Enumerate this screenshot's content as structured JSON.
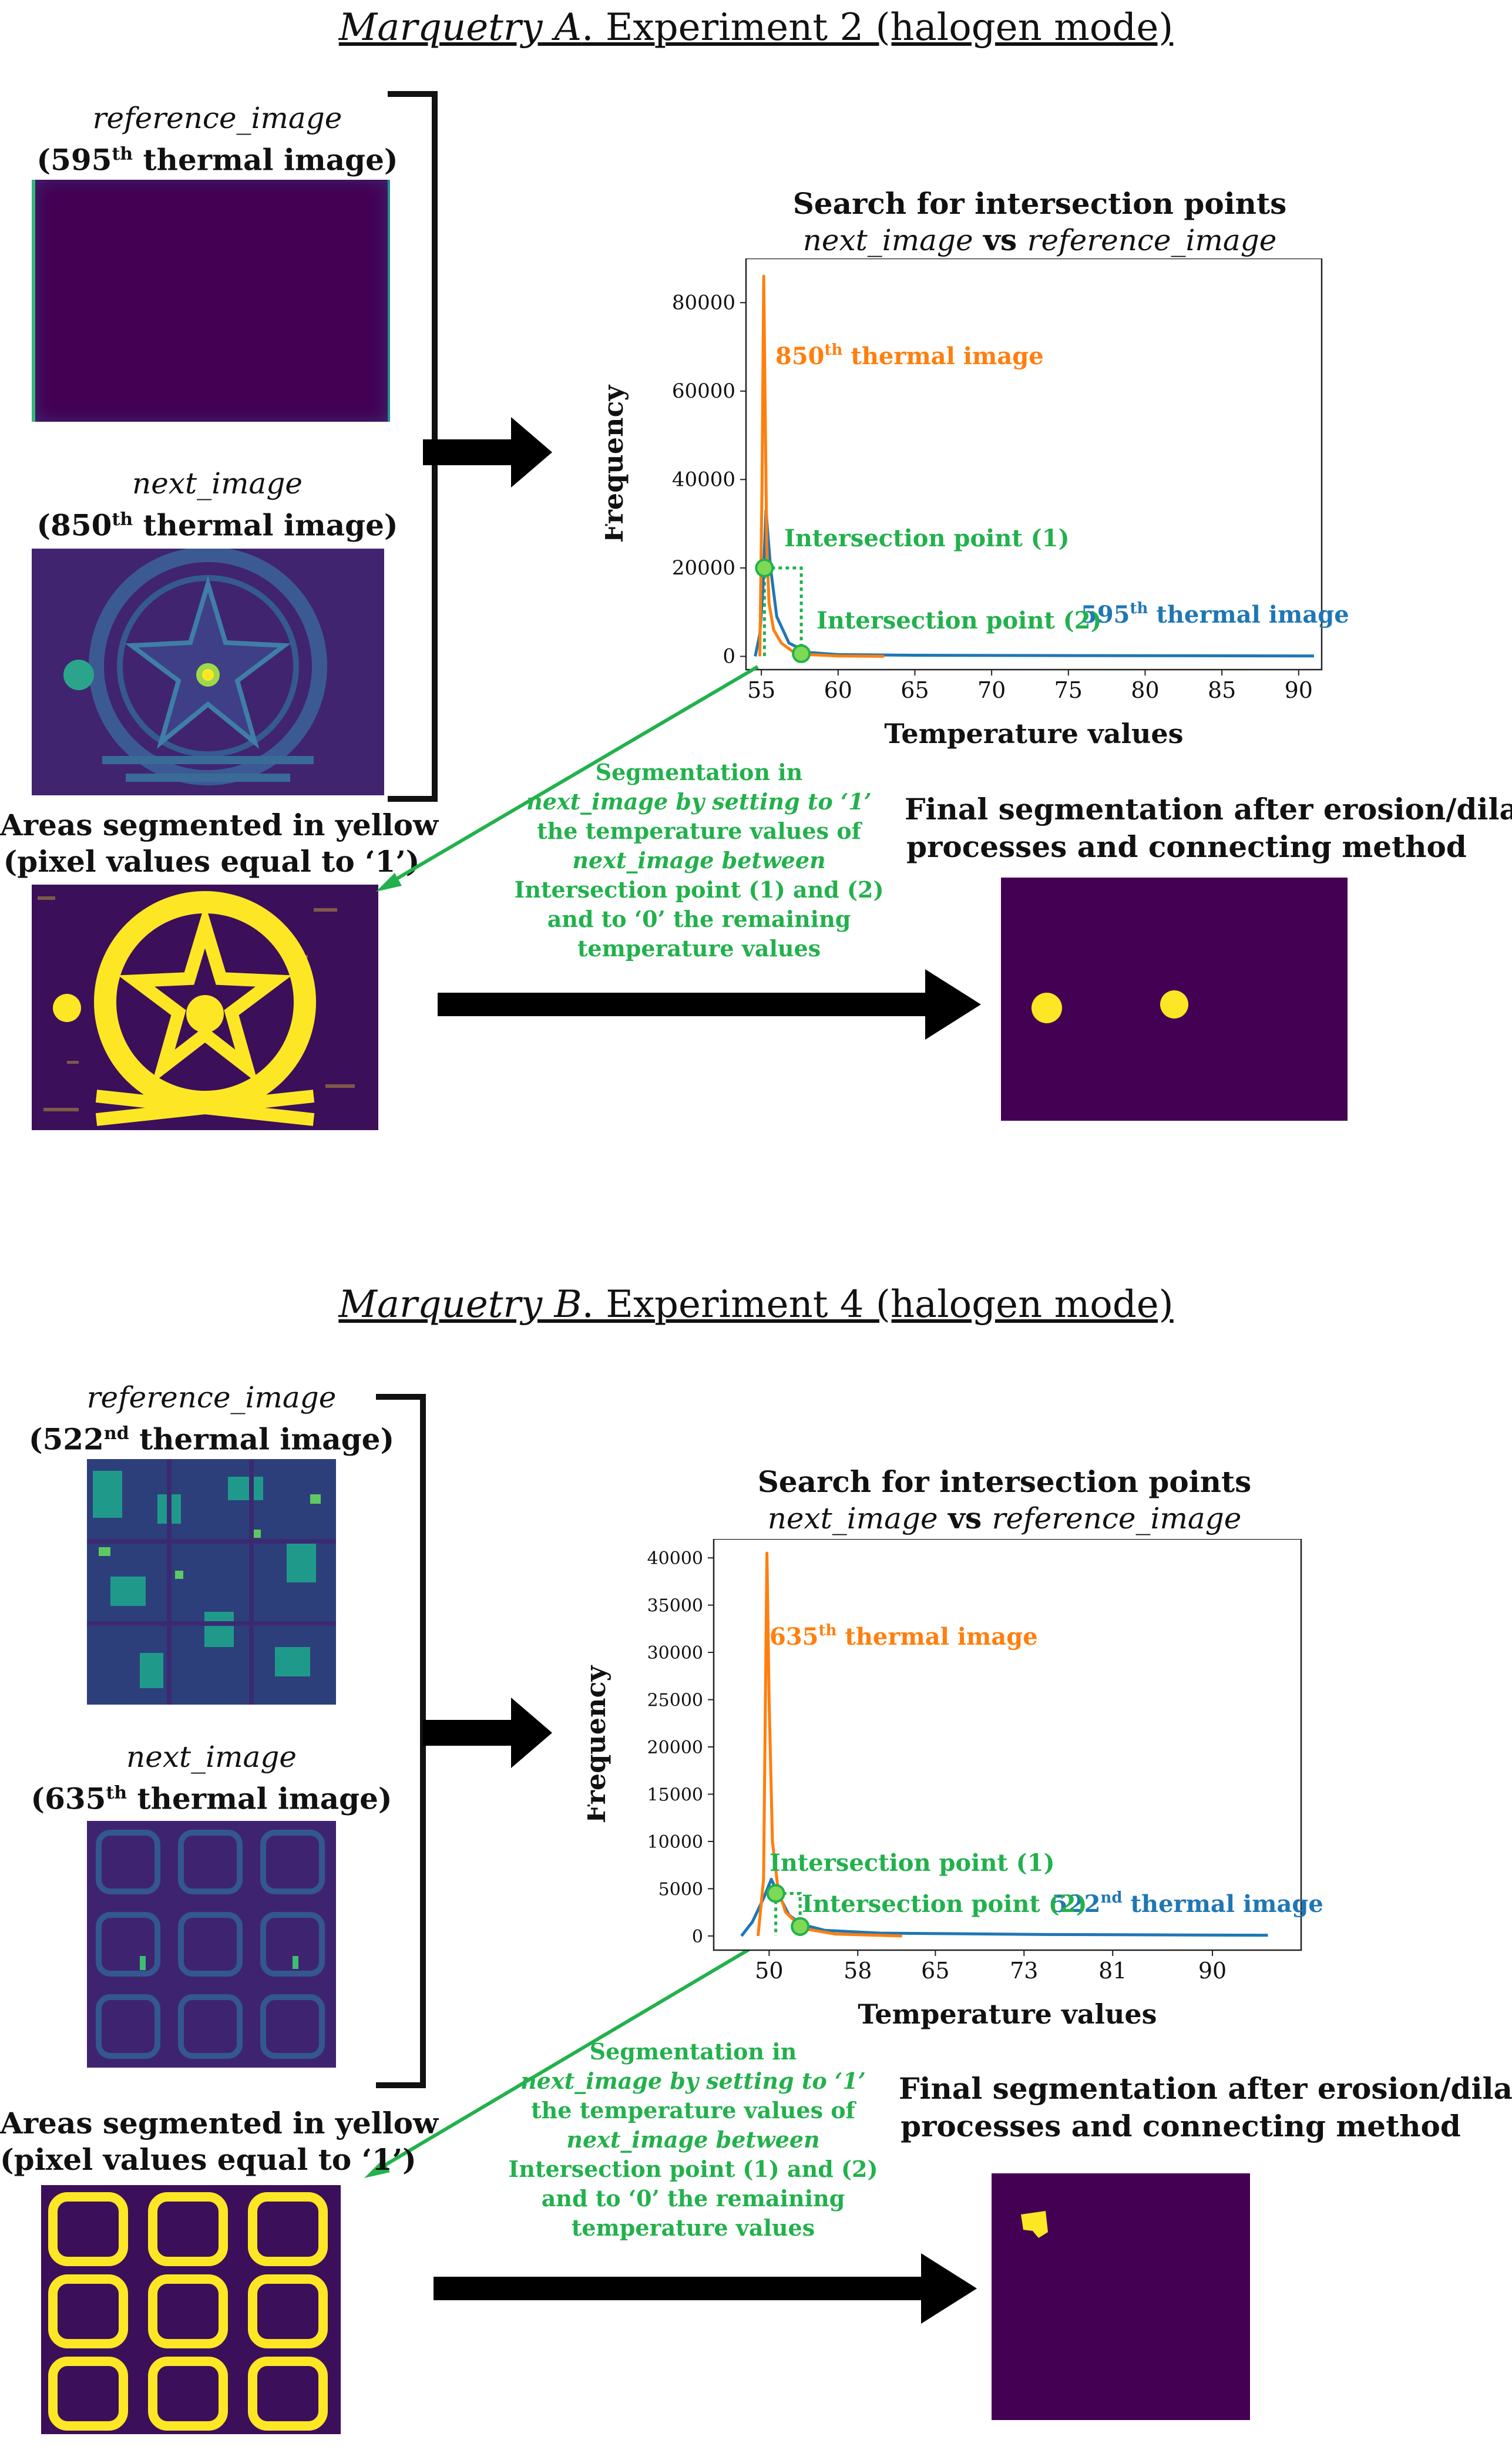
{
  "colors": {
    "orange": "#ff7f0e",
    "blue": "#1f77b4",
    "green": "#22b14c",
    "dark_purple": "#440154",
    "yellow": "#fde725",
    "teal": "#21918c"
  },
  "panels": [
    {
      "title_italic": "Marquetry A",
      "title_rest": ". Experiment 2 (halogen mode)",
      "reference_label": "reference_image",
      "reference_num": "(595",
      "reference_sup": "th",
      "reference_suffix": " thermal image)",
      "next_label": "next_image",
      "next_num": "(850",
      "next_sup": "th",
      "next_suffix": " thermal image)",
      "segmented_line1": "Areas segmented in yellow",
      "segmented_line2": "(pixel values equal to ‘1’)",
      "chart_title_line1": "Search for intersection points",
      "chart_title_italic1": "next_image",
      "chart_title_vs": " vs ",
      "chart_title_italic2": "reference_image",
      "segmentation_text": [
        "Segmentation in",
        "next_image by setting to ‘1’",
        "the temperature values of",
        "next_image between",
        "Intersection point (1) and (2)",
        "and to ‘0’ the remaining",
        "temperature values"
      ],
      "final_line1": "Final segmentation after erosion/dilation",
      "final_line2": "processes and connecting method"
    },
    {
      "title_italic": "Marquetry B",
      "title_rest": ". Experiment 4 (halogen mode)",
      "reference_label": "reference_image",
      "reference_num": "(522",
      "reference_sup": "nd",
      "reference_suffix": " thermal image)",
      "next_label": "next_image",
      "next_num": "(635",
      "next_sup": "th",
      "next_suffix": " thermal image)",
      "segmented_line1": "Areas segmented in yellow",
      "segmented_line2": "(pixel values equal to ‘1’)",
      "chart_title_line1": "Search for intersection points",
      "chart_title_italic1": "next_image",
      "chart_title_vs": " vs ",
      "chart_title_italic2": "reference_image",
      "segmentation_text": [
        "Segmentation in",
        "next_image by setting to ‘1’",
        "the temperature values of",
        "next_image between",
        "Intersection point (1) and (2)",
        "and to ‘0’ the remaining",
        "temperature values"
      ],
      "final_line1": "Final segmentation after erosion/dilation",
      "final_line2": "processes and connecting method"
    }
  ],
  "chart_data": [
    {
      "type": "line",
      "xlabel": "Temperature values",
      "ylabel": "Frequency",
      "xticks": [
        55,
        60,
        65,
        70,
        75,
        80,
        85,
        90
      ],
      "yticks": [
        0,
        20000,
        40000,
        60000,
        80000
      ],
      "xlim": [
        54,
        91.5
      ],
      "ylim": [
        -3000,
        90000
      ],
      "series": [
        {
          "name": "850th thermal image",
          "color": "#ff7f0e",
          "x": [
            54.9,
            55.05,
            55.15,
            55.25,
            55.35,
            55.5,
            55.8,
            56.3,
            57.0,
            58.0,
            60.0,
            63.0
          ],
          "y": [
            0,
            40000,
            86000,
            55000,
            25000,
            12000,
            6000,
            3000,
            1200,
            400,
            100,
            0
          ]
        },
        {
          "name": "595th thermal image",
          "color": "#1f77b4",
          "x": [
            54.6,
            54.9,
            55.1,
            55.3,
            55.6,
            56.0,
            56.8,
            58.0,
            60.0,
            65.0,
            75.0,
            91.0
          ],
          "y": [
            0,
            5000,
            15000,
            33000,
            20000,
            9000,
            3000,
            900,
            400,
            250,
            180,
            100
          ]
        }
      ],
      "points": [
        {
          "label": "Intersection point (1)",
          "x": 55.2,
          "y": 20000
        },
        {
          "label": "Intersection point (2)",
          "x": 57.6,
          "y": 600
        }
      ],
      "annotations": [
        "850th thermal image",
        "595th thermal image",
        "Intersection point (1)",
        "Intersection point (2)"
      ]
    },
    {
      "type": "line",
      "xlabel": "Temperature values",
      "ylabel": "Frequency",
      "xticks": [
        50,
        58,
        65,
        73,
        81,
        90
      ],
      "yticks": [
        0,
        5000,
        10000,
        15000,
        20000,
        25000,
        30000,
        35000,
        40000
      ],
      "xlim": [
        45,
        98
      ],
      "ylim": [
        -1500,
        42000
      ],
      "series": [
        {
          "name": "635th thermal image",
          "color": "#ff7f0e",
          "x": [
            49.0,
            49.5,
            49.8,
            50.0,
            50.3,
            50.8,
            51.5,
            53.0,
            56.0,
            62.0
          ],
          "y": [
            0,
            6000,
            40500,
            25000,
            10000,
            5000,
            2500,
            800,
            200,
            0
          ]
        },
        {
          "name": "522nd thermal image",
          "color": "#1f77b4",
          "x": [
            47.5,
            48.5,
            49.5,
            50.2,
            50.8,
            51.8,
            53.0,
            55.0,
            60.0,
            75.0,
            95.0
          ],
          "y": [
            0,
            1500,
            4000,
            6000,
            4500,
            2200,
            1200,
            600,
            300,
            150,
            80
          ]
        }
      ],
      "points": [
        {
          "label": "Intersection point (1)",
          "x": 50.6,
          "y": 4500
        },
        {
          "label": "Intersection point (2)",
          "x": 52.8,
          "y": 1000
        }
      ],
      "annotations": [
        "635th thermal image",
        "522nd thermal image",
        "Intersection point (1)",
        "Intersection point (2)"
      ]
    }
  ]
}
